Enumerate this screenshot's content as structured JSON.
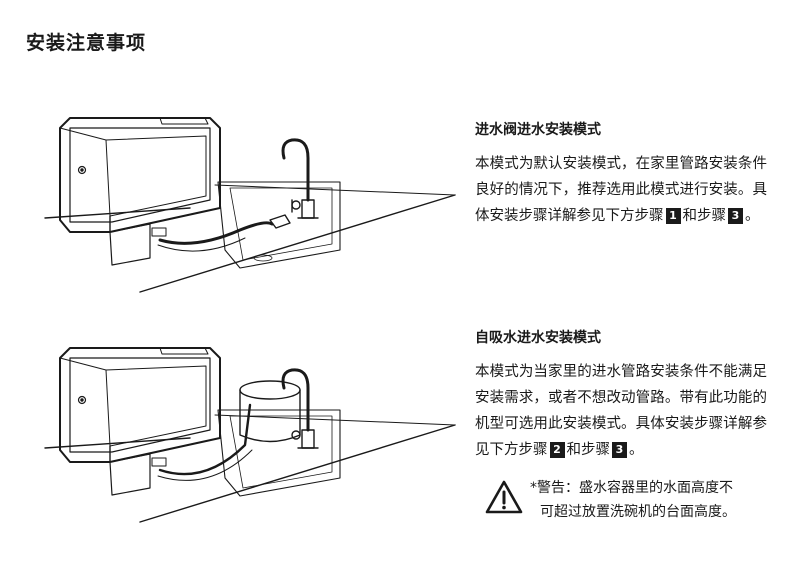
{
  "page_title": "安装注意事项",
  "mode1": {
    "title": "进水阀进水安装模式",
    "body_a": "本模式为默认安装模式，在家里管路安装条件良好的情况下，推荐选用此模式进行安装。具体安装步骤详解参见下方步骤",
    "step_a": "1",
    "body_b": "和步骤",
    "step_b": "3",
    "body_c": "。"
  },
  "mode2": {
    "title": "自吸水进水安装模式",
    "body_a": "本模式为当家里的进水管路安装条件不能满足安装需求，或者不想改动管路。带有此功能的机型可选用此安装模式。具体安装步骤详解参见下方步骤",
    "step_a": "2",
    "body_b": "和步骤",
    "step_b": "3",
    "body_c": "。"
  },
  "warning": {
    "line1": "*警告：盛水容器里的水面高度不",
    "line2": "可超过放置洗碗机的台面高度。",
    "icon": "warning-triangle-icon"
  },
  "colors": {
    "ink": "#1a1a1a",
    "badge_bg": "#1a1a1a",
    "badge_fg": "#ffffff"
  }
}
